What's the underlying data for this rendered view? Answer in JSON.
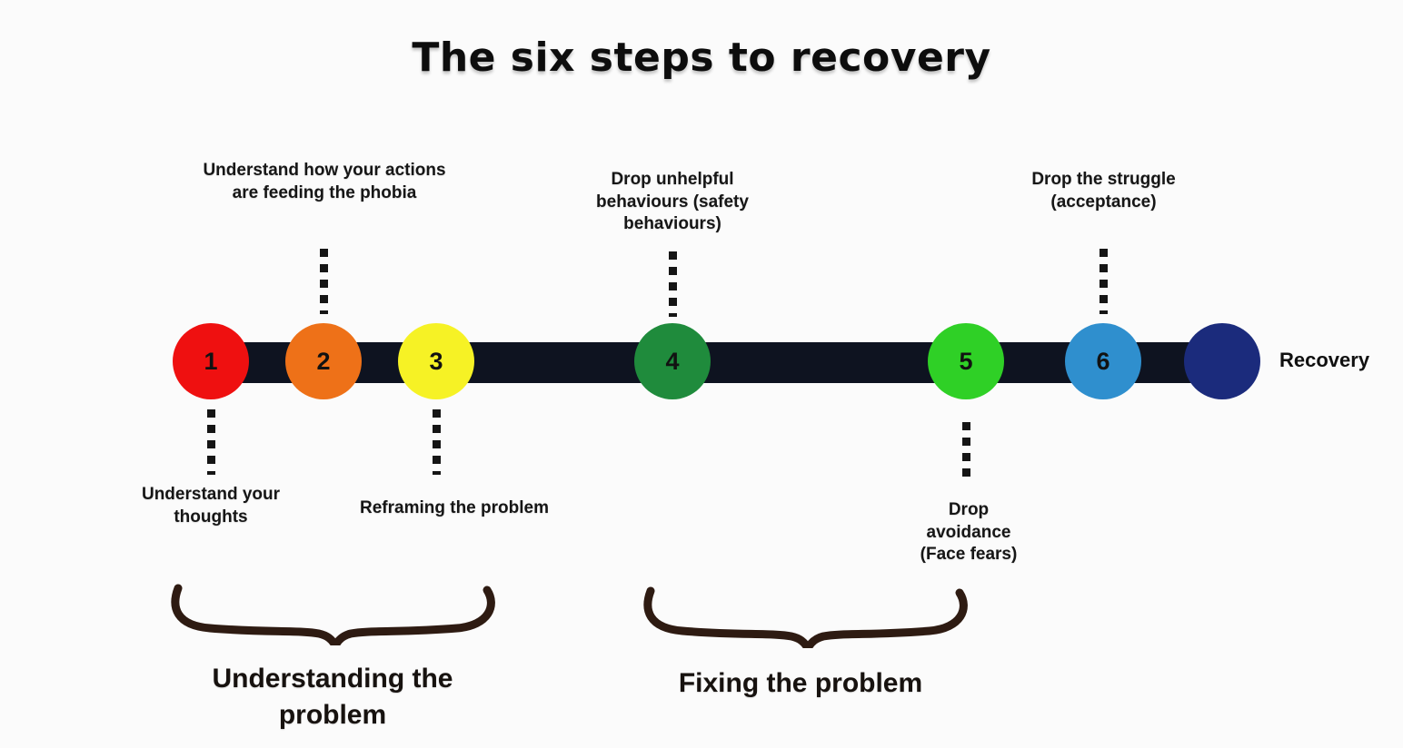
{
  "title": "The six steps to recovery",
  "timeline": {
    "bar_color": "#0E1320",
    "connector_color": "#151515"
  },
  "steps": [
    {
      "number": "1",
      "color": "#EF1010",
      "label": "Understand your thoughts",
      "label_position": "below"
    },
    {
      "number": "2",
      "color": "#EE7118",
      "label": "Understand how your actions are feeding the phobia",
      "label_position": "above"
    },
    {
      "number": "3",
      "color": "#F6F225",
      "label": "Reframing the problem",
      "label_position": "below"
    },
    {
      "number": "4",
      "color": "#1F8B3C",
      "label": "Drop unhelpful behaviours (safety behaviours)",
      "label_position": "above"
    },
    {
      "number": "5",
      "color": "#2FD026",
      "label": "Drop avoidance (Face fears)",
      "label_position": "below"
    },
    {
      "number": "6",
      "color": "#2F8FCE",
      "label": "Drop the struggle (acceptance)",
      "label_position": "above"
    }
  ],
  "endpoint": {
    "label": "Recovery",
    "color": "#1B2B7C"
  },
  "groups": [
    {
      "label": "Understanding the problem",
      "brace_color": "#2E1B12"
    },
    {
      "label": "Fixing the problem",
      "brace_color": "#2E1B12"
    }
  ]
}
